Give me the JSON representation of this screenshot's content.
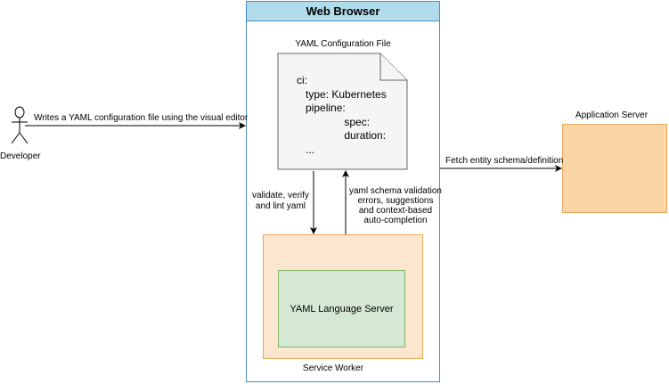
{
  "browser": {
    "title": "Web Browser"
  },
  "yaml_file": {
    "title": "YAML Configuration File",
    "content_lines": [
      "ci:",
      "   type: Kubernetes",
      "   pipeline:",
      "                spec:",
      "                duration:",
      "   ..."
    ]
  },
  "service_worker": {
    "label": "Service Worker",
    "language_server_label": "YAML Language Server"
  },
  "application_server": {
    "label": "Application Server"
  },
  "developer": {
    "label": "Developer"
  },
  "edges": {
    "developer_to_browser": "Writes a YAML configuration file using the visual editor",
    "browser_to_app_server": "Fetch entity schema/definition",
    "file_to_language_server": "validate, verify\nand lint yaml",
    "language_server_to_file": "yaml schema validation\nerrors, suggestions\nand context-based\nauto-completion"
  },
  "colors": {
    "browser_header_fill": "#b1dcec",
    "browser_border": "#4a8ec2",
    "service_worker_fill": "#fde6cf",
    "language_server_fill": "#d5e8d4",
    "application_server_fill": "#fbd5a6",
    "document_fill": "#f5f5f5"
  }
}
